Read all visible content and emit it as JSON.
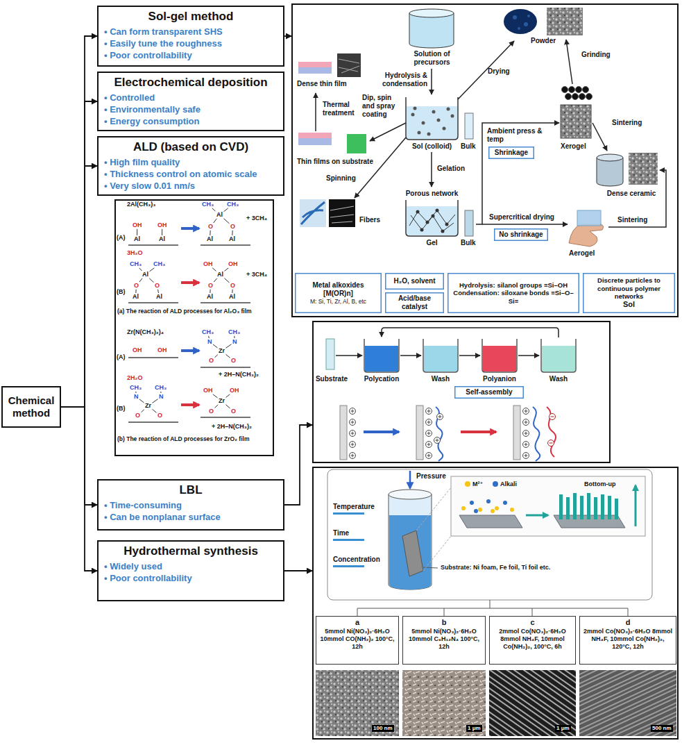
{
  "diagram": {
    "nodes": [
      {
        "text": [
          "Chemical method"
        ]
      },
      {
        "text": [
          "Sol-gel method",
          "• Can form transparent SHS",
          "• Easily tune the roughness",
          "• Poor controllability"
        ]
      },
      {
        "text": [
          "Solution of precursors",
          "Hydrolysis & condensation",
          "Drying",
          "Powder",
          "Grinding",
          "Dense thin film",
          "Thermal treatment",
          "Dip, spin and spray coating",
          "Thin films on substrate",
          "Spinning",
          "Fibers",
          "Sol (colloid)",
          "Bulk",
          "Gelation",
          "Porous network",
          "Gel",
          "Bulk",
          "Ambient press & temp",
          "Xerogel",
          "Sintering",
          "Dense ceramic",
          "Supercritical drying",
          "Aerogel",
          "Sintering"
        ]
      },
      {
        "text": [
          "Shrinkage"
        ],
        "in": 2
      },
      {
        "text": [
          "No shrinkage"
        ],
        "in": 2
      },
      {
        "text": [
          "Metal alkoxides [M(OR)n]",
          "M: Si, Ti, Zr, Al, B, etc"
        ],
        "in": 2
      },
      {
        "text": [
          "H₂O, solvent"
        ],
        "in": 2
      },
      {
        "text": [
          "Acid/base catalyst"
        ],
        "in": 2
      },
      {
        "text": [
          "Hydrolysis: silanol groups ≡Si–OH",
          "Condensation: siloxane bonds ≡Si–O–Si≡"
        ],
        "in": 2
      },
      {
        "text": [
          "Discrete particles to continuous polymer networks",
          "Sol"
        ],
        "in": 2
      },
      {
        "text": [
          "Electrochemical deposition",
          "• Controlled",
          "• Environmentally safe",
          "• Energy consumption"
        ]
      },
      {
        "text": [
          "ALD (based on CVD)",
          "• High film quality",
          "• Thickness control on atomic scale",
          "• Very slow 0.01 nm/s"
        ]
      },
      {
        "text": [
          "2Al(CH₃)₃",
          "(A)",
          "OH",
          "OH",
          "Al",
          "Al",
          "CH₃",
          "CH₃",
          "Al",
          "O",
          "O",
          "Al",
          "Al",
          "+ 3CH₄",
          "3H₂O",
          "(B)",
          "CH₃",
          "CH₃",
          "Al",
          "O",
          "O",
          "Al",
          "Al",
          "OH",
          "OH",
          "Al",
          "O",
          "O",
          "Al",
          "Al",
          "+ 3CH₄",
          "(a) The reaction of ALD processes for Al₂O₃ film",
          "Zr(N(CH₃)₂)₄",
          "(A)",
          "OH",
          "OH",
          "CH₃",
          "CH₃",
          "N",
          "N",
          "Zr",
          "O",
          "O",
          "+ 2H–N(CH₃)₂",
          "2H₂O",
          "(B)",
          "CH₃",
          "CH₃",
          "N",
          "N",
          "Zr",
          "O",
          "O",
          "OH",
          "OH",
          "Zr",
          "O",
          "O",
          "+ 2H–N(CH₃)₂",
          "(b) The reaction of ALD processes for ZrO₂ film"
        ]
      },
      {
        "text": [
          "LBL",
          "• Time-consuming",
          "• Can be nonplanar surface"
        ]
      },
      {
        "text": [
          "Substrate",
          "Polycation",
          "Wash",
          "Polyanion",
          "Wash"
        ]
      },
      {
        "text": [
          "Self-assembly"
        ],
        "in": 14
      },
      {
        "text": [
          "Hydrothermal synthesis",
          "• Widely used",
          "• Poor controllability"
        ]
      },
      {
        "text": [
          "Pressure",
          "Temperature",
          "Time",
          "Concentration",
          "Bottom-up",
          "Substrate: Ni foam, Fe foil, Ti foil etc.",
          "100 nm",
          "1 μm",
          "1 μm",
          "500 nm"
        ]
      },
      {
        "text": [
          "a",
          "5mmol Ni(NO₃)₂·6H₂O 10mmol CO(NH₂)₂ 100°C, 12h"
        ],
        "in": 17
      },
      {
        "text": [
          "b",
          "5mmol Ni(NO₃)₂·6H₂O 10mmol C₆H₁₂N₄ 100°C, 12h"
        ],
        "in": 17
      },
      {
        "text": [
          "c",
          "2mmol Co(NO₃)₂·6H₂O 8mmol NH₄F, 10mmol Co(NH₂)₂, 100°C, 6h"
        ],
        "in": 17
      },
      {
        "text": [
          "d",
          "2mmol Co(NO₃)₂·6H₂O 8mmol NH₄F, 10mmol Co(NH₂)₂, 120°C, 12h"
        ],
        "in": 17
      }
    ],
    "edges": [
      {
        "from": 0,
        "to": 1,
        "arrow": "to"
      },
      {
        "from": 0,
        "to": 10,
        "arrow": "to"
      },
      {
        "from": 0,
        "to": 11,
        "arrow": "to"
      },
      {
        "from": 0,
        "to": 13,
        "arrow": "to"
      },
      {
        "from": 0,
        "to": 16,
        "arrow": "to"
      },
      {
        "from": 1,
        "to": 2,
        "arrow": "to"
      },
      {
        "from": 13,
        "to": 14,
        "arrow": "to"
      },
      {
        "from": 16,
        "to": 17,
        "arrow": "to"
      }
    ],
    "legend": [
      {
        "text": "M²⁺",
        "color": "#f5c518"
      },
      {
        "text": "Alkali",
        "color": "#2f6fc4"
      }
    ]
  }
}
